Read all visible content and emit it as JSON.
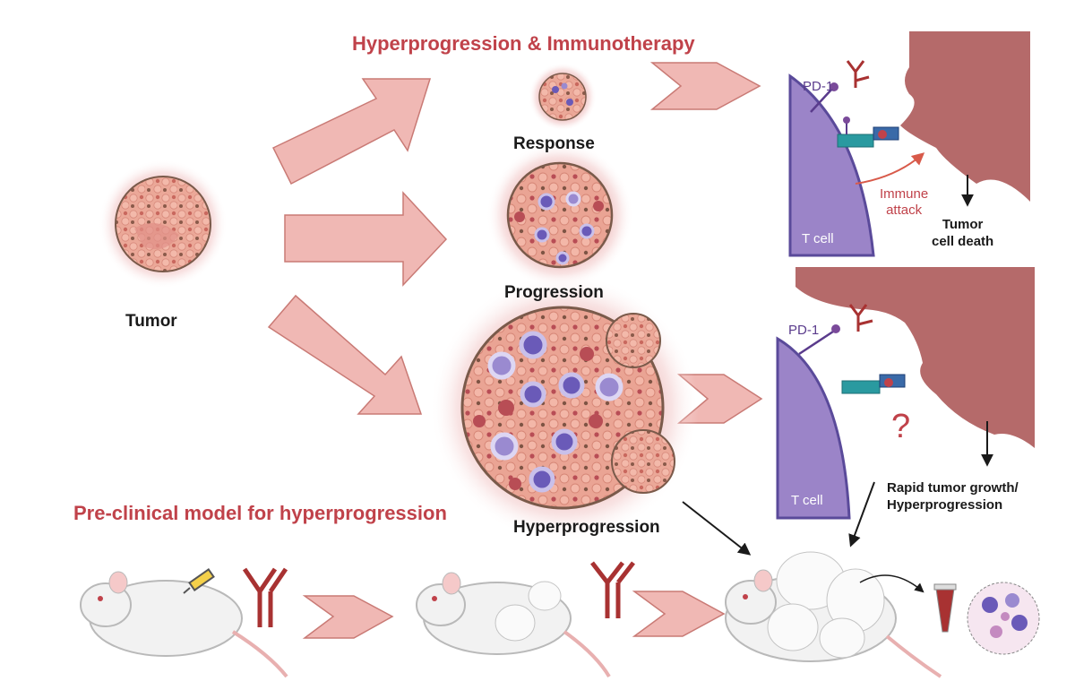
{
  "title": "Hyperprogression & Immunotherapy",
  "stages": {
    "tumor": "Tumor",
    "response": "Response",
    "progression": "Progression",
    "hyperprogression": "Hyperprogression"
  },
  "panel_top": {
    "receptor": "PD-1",
    "cell": "T cell",
    "arrow_label_line1": "Immune",
    "arrow_label_line2": "attack",
    "outcome_line1": "Tumor",
    "outcome_line2": "cell death"
  },
  "panel_bottom": {
    "receptor": "PD-1",
    "cell": "T cell",
    "unknown": "?",
    "outcome_line1": "Rapid tumor growth/",
    "outcome_line2": "Hyperprogression"
  },
  "model": {
    "title": "Pre-clinical model for hyperprogression"
  },
  "colors": {
    "accent_red": "#c0424a",
    "arrow_fill": "#f0b8b4",
    "arrow_stroke": "#c97a75",
    "tumor_cell": "#e8a596",
    "tcell_purple": "#9b84c8",
    "tumor_mass": "#b56a6a",
    "antibody": "#a83232",
    "mouse_body": "#f2f2f2"
  }
}
